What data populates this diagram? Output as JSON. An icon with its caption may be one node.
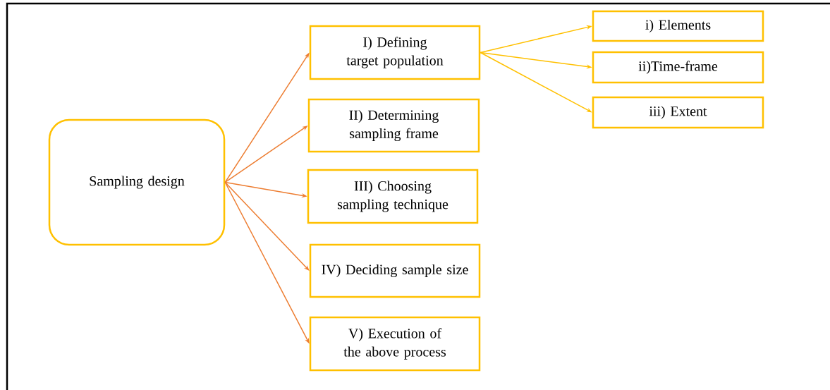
{
  "diagram": {
    "nodes": [
      {
        "text": [
          "Sampling design"
        ]
      },
      {
        "text": [
          "I) Defining target population"
        ]
      },
      {
        "text": [
          "II) Determining sampling frame"
        ]
      },
      {
        "text": [
          "III) Choosing sampling technique"
        ]
      },
      {
        "text": [
          "IV) Deciding sample size"
        ]
      },
      {
        "text": [
          "V) Execution of the above process"
        ]
      },
      {
        "text": [
          "i) Elements"
        ]
      },
      {
        "text": [
          "ii)Time-frame"
        ]
      },
      {
        "text": [
          "iii) Extent"
        ]
      }
    ],
    "edges": [
      {
        "from": 0,
        "to": 1,
        "arrow": "to"
      },
      {
        "from": 0,
        "to": 2,
        "arrow": "to"
      },
      {
        "from": 0,
        "to": 3,
        "arrow": "to"
      },
      {
        "from": 0,
        "to": 4,
        "arrow": "to"
      },
      {
        "from": 0,
        "to": 5,
        "arrow": "to"
      },
      {
        "from": 1,
        "to": 6,
        "arrow": "to",
        "color": "#ffc000"
      },
      {
        "from": 1,
        "to": 7,
        "arrow": "to",
        "color": "#ffc000"
      },
      {
        "from": 1,
        "to": 8,
        "arrow": "to",
        "color": "#ffc000"
      }
    ]
  }
}
